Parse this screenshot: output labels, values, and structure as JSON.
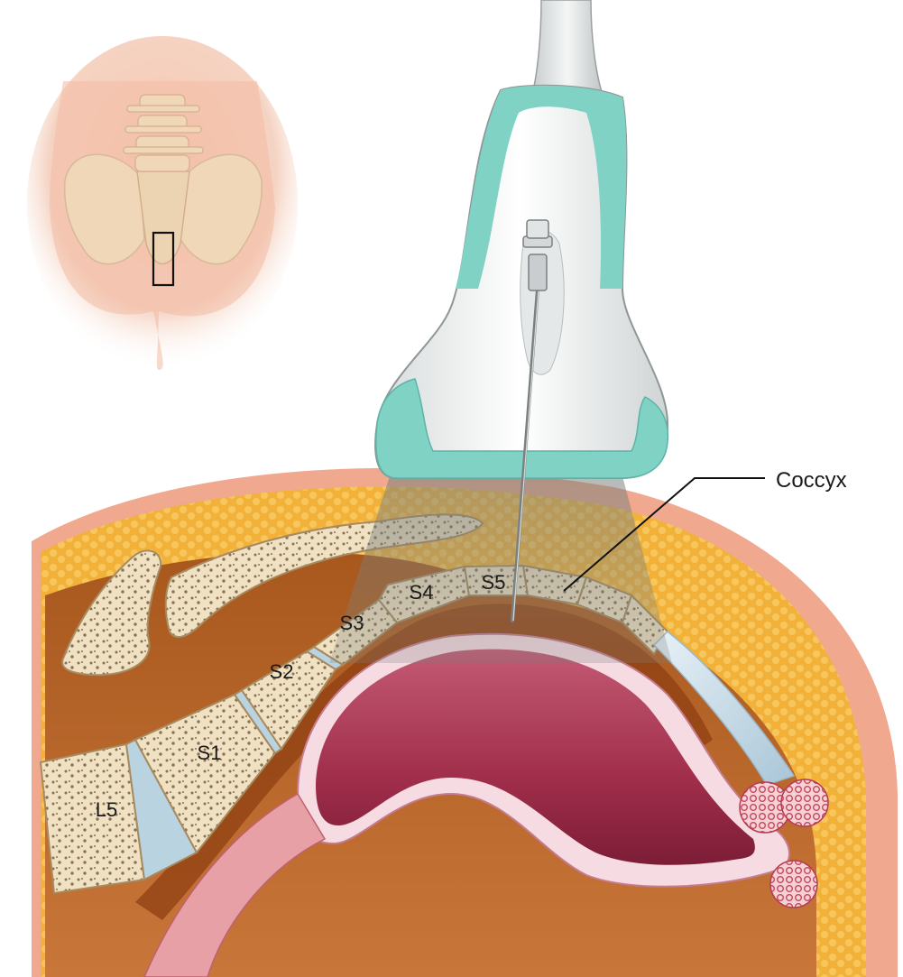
{
  "labels": {
    "l5": "L5",
    "s1": "S1",
    "s2": "S2",
    "s3": "S3",
    "s4": "S4",
    "s5": "S5",
    "coccyx": "Coccyx"
  },
  "colors": {
    "bone": "#efe1c2",
    "bone_outline": "#a78a60",
    "bone_dots": "#8a7258",
    "fat": "#f2b23a",
    "muscle": "#b5651d",
    "skin": "#f0a88e",
    "rectum": "#a8334e",
    "probe_body": "#eef0f0",
    "probe_accent": "#7fd2c4",
    "ultrasound_beam": "#9aa09c"
  }
}
